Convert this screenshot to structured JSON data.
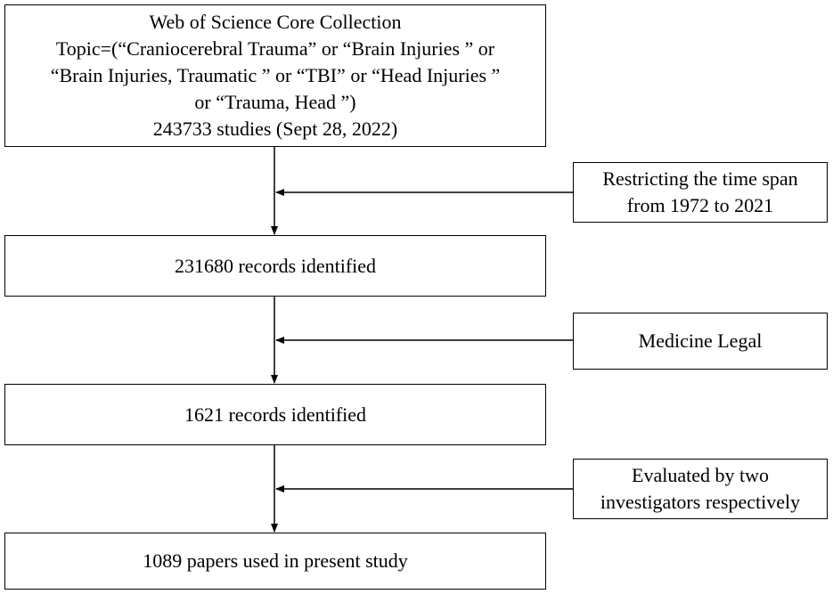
{
  "flow": {
    "source": {
      "lines": [
        "Web of Science Core Collection",
        "Topic=(“Craniocerebral Trauma” or “Brain Injuries ” or",
        "“Brain Injuries, Traumatic ” or “TBI” or “Head Injuries ”",
        "or “Trauma, Head ”)",
        "243733 studies (Sept 28, 2022)"
      ]
    },
    "step1": {
      "text": "231680 records identified"
    },
    "step2": {
      "text": "1621 records identified"
    },
    "step3": {
      "text": "1089 papers used in present study"
    }
  },
  "filters": {
    "time_span": {
      "lines": [
        "Restricting the time span",
        "from 1972 to 2021"
      ]
    },
    "category": {
      "text": "Medicine Legal"
    },
    "evaluation": {
      "lines": [
        "Evaluated by two",
        "investigators respectively"
      ]
    }
  }
}
